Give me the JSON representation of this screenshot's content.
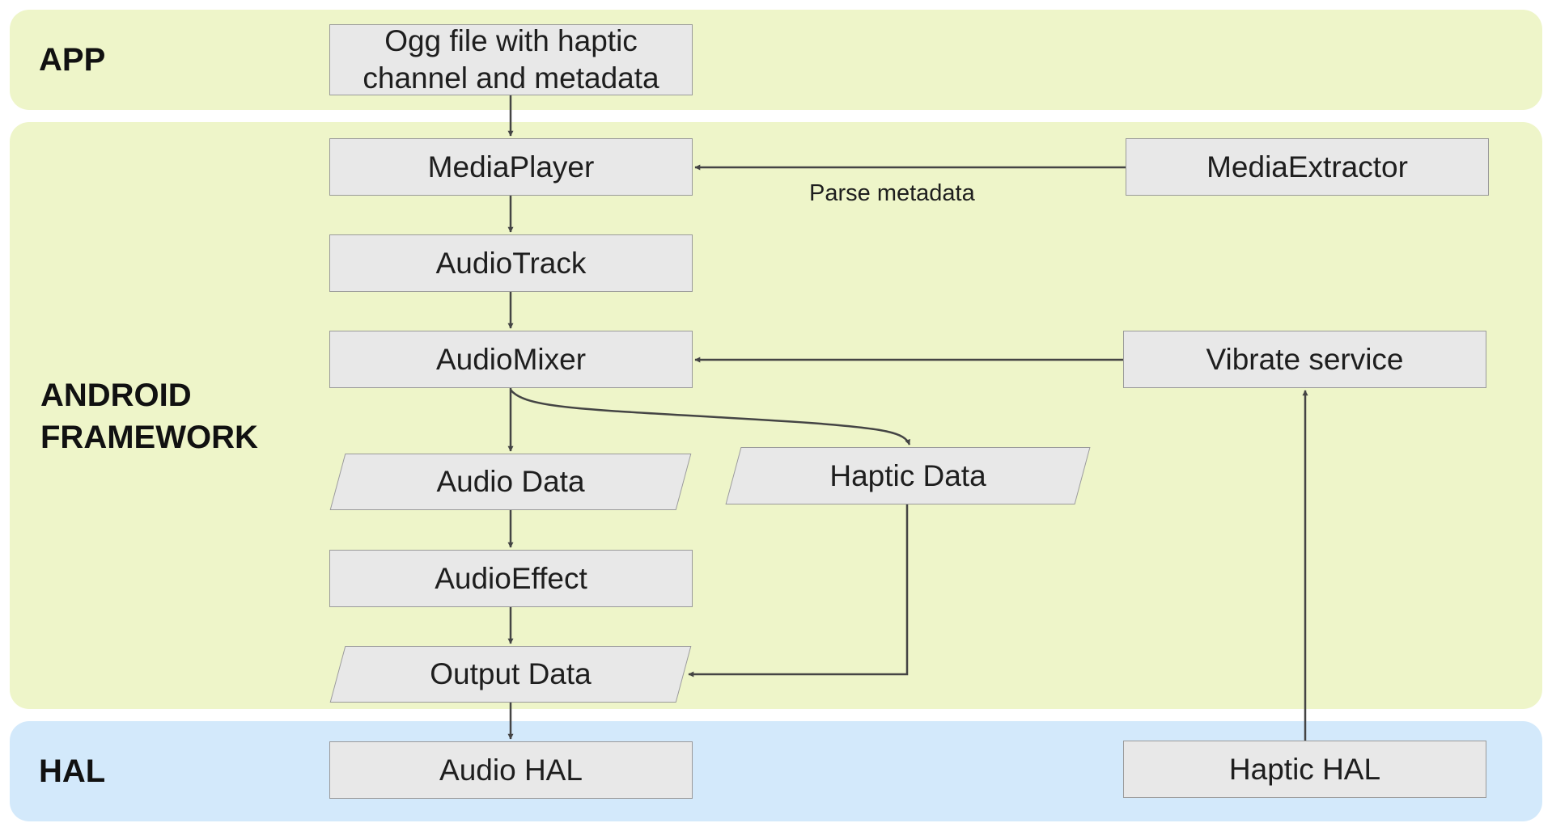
{
  "layers": {
    "app": "APP",
    "framework_line1": "ANDROID",
    "framework_line2": "FRAMEWORK",
    "hal": "HAL"
  },
  "nodes": {
    "ogg_line1": "Ogg file with haptic",
    "ogg_line2": "channel and metadata",
    "media_player": "MediaPlayer",
    "media_extractor": "MediaExtractor",
    "audio_track": "AudioTrack",
    "audio_mixer": "AudioMixer",
    "vibrate_service": "Vibrate service",
    "audio_data": "Audio Data",
    "haptic_data": "Haptic Data",
    "audio_effect": "AudioEffect",
    "output_data": "Output Data",
    "audio_hal": "Audio HAL",
    "haptic_hal": "Haptic HAL"
  },
  "edges": {
    "parse_metadata": "Parse metadata"
  },
  "colors": {
    "layer_green": "#eef5c9",
    "layer_blue": "#d3e9fb",
    "box_fill": "#e8e8e8",
    "box_border": "#9a9a9a",
    "arrow": "#444444"
  }
}
